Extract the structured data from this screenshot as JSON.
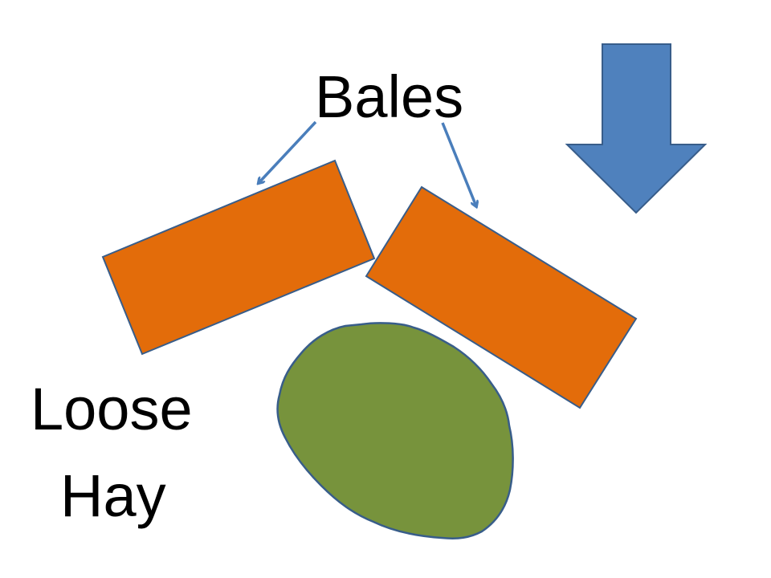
{
  "labels": {
    "bales": "Bales",
    "loose_hay_line1": "Loose",
    "loose_hay_line2": "Hay"
  },
  "colors": {
    "bale_fill": "#E36C0A",
    "hay_fill": "#77933C",
    "arrow_fill": "#4F81BD",
    "outline": "#385D8A",
    "pointer_line": "#4A7EBB"
  }
}
